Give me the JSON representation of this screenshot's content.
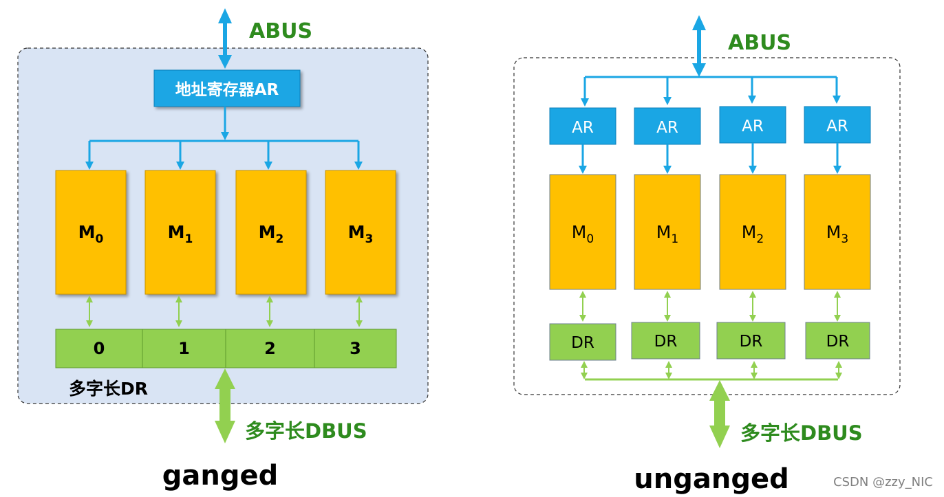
{
  "colors": {
    "blue": "#1aa6e4",
    "blue_dark": "#0d7fb8",
    "orange": "#ffc000",
    "orange_border": "#c79200",
    "green": "#92d050",
    "green_label": "#2e8b1e",
    "green_border": "#5f9a2c",
    "panel_fill": "#d9e4f4"
  },
  "ganged": {
    "abus_label": "ABUS",
    "ar_label": "地址寄存器AR",
    "modules": [
      {
        "name": "M",
        "sub": "0"
      },
      {
        "name": "M",
        "sub": "1"
      },
      {
        "name": "M",
        "sub": "2"
      },
      {
        "name": "M",
        "sub": "3"
      }
    ],
    "dr_cells": [
      "0",
      "1",
      "2",
      "3"
    ],
    "dr_label": "多字长DR",
    "dbus_label": "多字长DBUS",
    "caption": "ganged"
  },
  "unganged": {
    "abus_label": "ABUS",
    "ar_labels": [
      "AR",
      "AR",
      "AR",
      "AR"
    ],
    "modules": [
      {
        "name": "M",
        "sub": "0"
      },
      {
        "name": "M",
        "sub": "1"
      },
      {
        "name": "M",
        "sub": "2"
      },
      {
        "name": "M",
        "sub": "3"
      }
    ],
    "dr_labels": [
      "DR",
      "DR",
      "DR",
      "DR"
    ],
    "dbus_label": "多字长DBUS",
    "caption": "unganged"
  },
  "watermark": "CSDN @zzy_NIC"
}
